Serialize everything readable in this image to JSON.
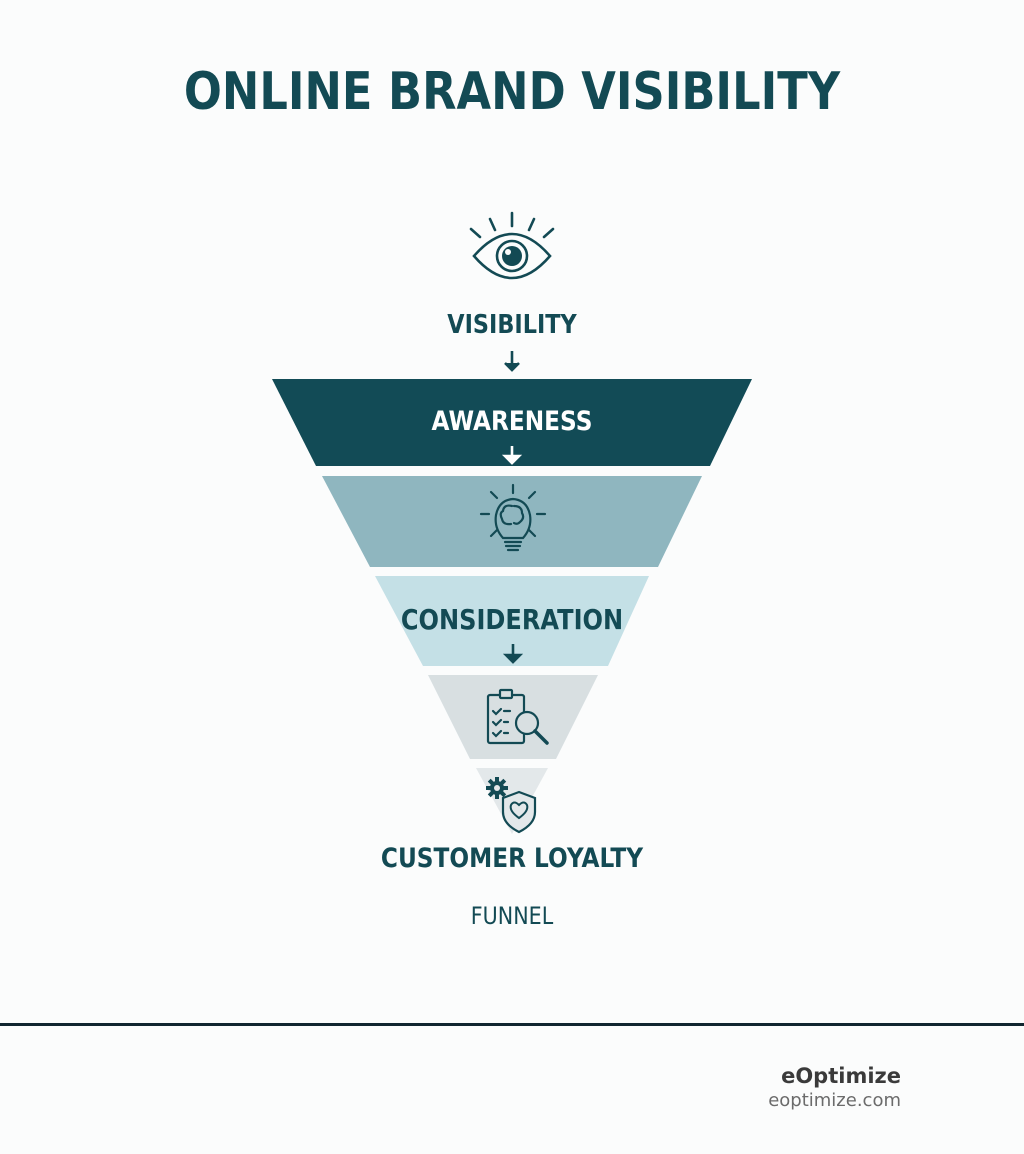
{
  "title": "ONLINE BRAND VISIBILITY",
  "colors": {
    "primary": "#134a54",
    "band_awareness": "#124b56",
    "band_interest": "#8fb6bf",
    "band_consideration": "#c4e0e6",
    "band_evaluation": "#d8dfe1",
    "band_loyalty": "#e3e8ea",
    "footer_line": "#102630"
  },
  "funnel": {
    "top_label": "VISIBILITY",
    "top_icon": "eye-icon",
    "stages": [
      {
        "label": "AWARENESS",
        "icon": null,
        "arrow": true
      },
      {
        "label": "",
        "icon": "lightbulb-brain-icon",
        "arrow": false
      },
      {
        "label": "CONSIDERATION",
        "icon": null,
        "arrow": true
      },
      {
        "label": "",
        "icon": "clipboard-search-icon",
        "arrow": false
      },
      {
        "label": "",
        "icon": "gear-shield-heart-icon",
        "arrow": false
      }
    ],
    "bottom_label": "CUSTOMER LOYALTY",
    "subtitle": "FUNNEL"
  },
  "footer": {
    "brand": "eOptimize",
    "url": "eoptimize.com"
  }
}
